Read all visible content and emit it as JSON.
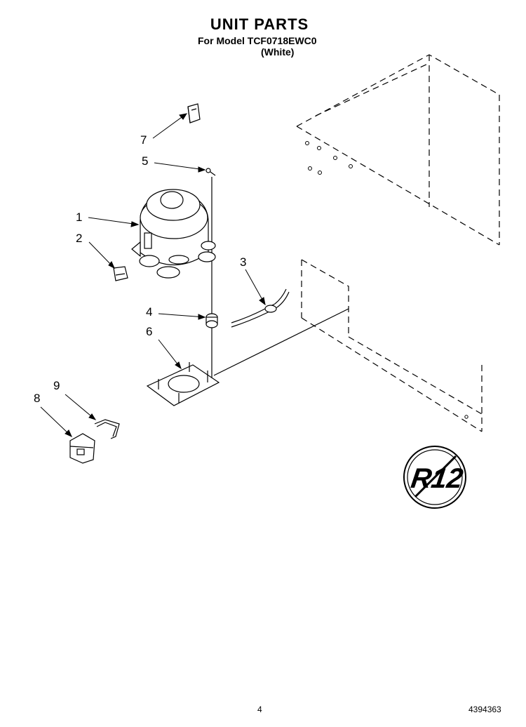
{
  "header": {
    "title": "UNIT PARTS",
    "model_line": "For Model TCF0718EWC0",
    "color_line": "(White)"
  },
  "callouts": [
    "1",
    "2",
    "3",
    "4",
    "5",
    "6",
    "7",
    "8",
    "9"
  ],
  "refrigerant_badge": {
    "label": "R12",
    "icon": "no-r12-symbol"
  },
  "footer": {
    "page_number": "4",
    "document_number": "4394363"
  }
}
